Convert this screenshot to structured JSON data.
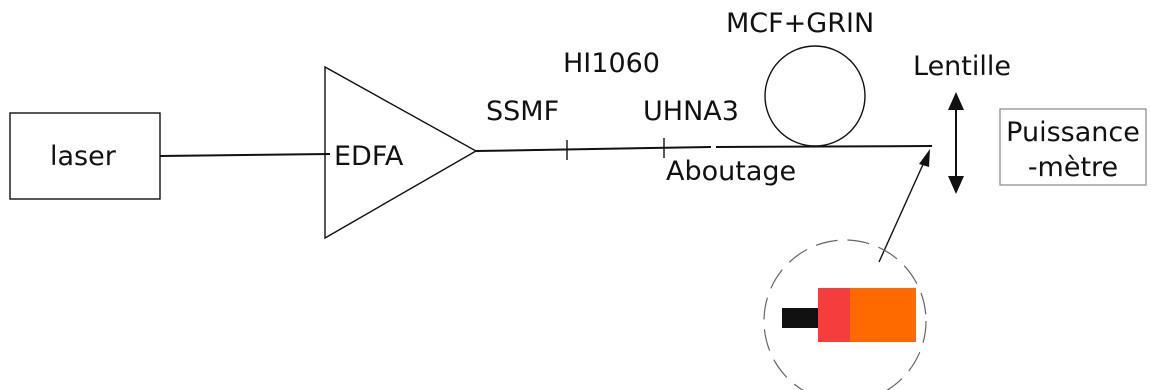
{
  "diagram": {
    "laser_label": "laser",
    "amplifier_label": "EDFA",
    "fiber_ssmf_label": "SSMF",
    "fiber_hi1060_label": "HI1060",
    "fiber_uhna3_label": "UHNA3",
    "splice_label": "Aboutage",
    "coil_label": "MCF+GRIN",
    "lens_label": "Lentille",
    "power_meter_label_line1": "Puissance",
    "power_meter_label_line2": "-mètre"
  },
  "colors": {
    "line": "#111111",
    "power_meter_border": "#888888",
    "connector_black": "#111111",
    "connector_red": "#f63d3d",
    "connector_orange": "#ff6a00",
    "inset_circle": "#666666"
  }
}
